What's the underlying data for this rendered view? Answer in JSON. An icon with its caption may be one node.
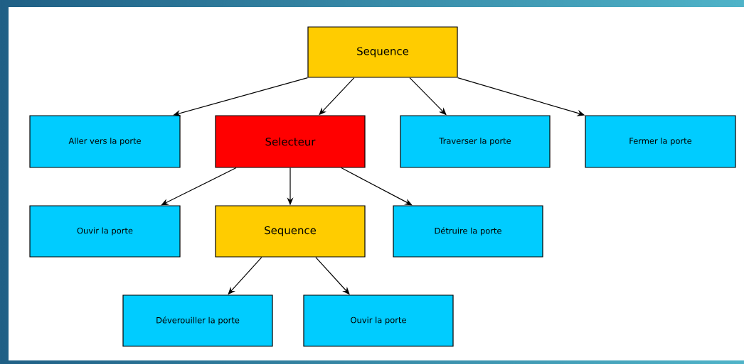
{
  "diagram": {
    "nodes": [
      {
        "text": [
          "Sequence"
        ]
      },
      {
        "text": [
          "Aller vers la porte"
        ]
      },
      {
        "text": [
          "Selecteur"
        ]
      },
      {
        "text": [
          "Traverser la porte"
        ]
      },
      {
        "text": [
          "Fermer la porte"
        ]
      },
      {
        "text": [
          "Ouvir la porte"
        ]
      },
      {
        "text": [
          "Sequence"
        ]
      },
      {
        "text": [
          "Détruire la porte"
        ]
      },
      {
        "text": [
          "Déverouiller la porte"
        ]
      },
      {
        "text": [
          "Ouvir la porte"
        ]
      }
    ],
    "edges": [
      {
        "from": 0,
        "to": 1,
        "arrow": "to"
      },
      {
        "from": 0,
        "to": 2,
        "arrow": "to"
      },
      {
        "from": 0,
        "to": 3,
        "arrow": "to"
      },
      {
        "from": 0,
        "to": 4,
        "arrow": "to"
      },
      {
        "from": 2,
        "to": 5,
        "arrow": "to"
      },
      {
        "from": 2,
        "to": 6,
        "arrow": "to"
      },
      {
        "from": 2,
        "to": 7,
        "arrow": "to"
      },
      {
        "from": 6,
        "to": 8,
        "arrow": "to"
      },
      {
        "from": 6,
        "to": 9,
        "arrow": "to"
      }
    ]
  }
}
